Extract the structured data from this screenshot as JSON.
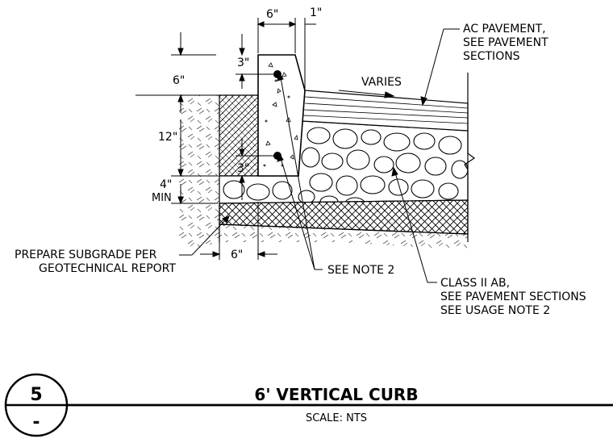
{
  "dimensions": {
    "top_width": "6\"",
    "batter": "1\"",
    "curb_height": "6\"",
    "depth": "12\"",
    "pin_top": "3\"",
    "pin_bottom": "3\"",
    "base_min": "4\"",
    "base_min_suffix": "MIN",
    "bottom_width": "6\""
  },
  "labels": {
    "ac_pavement": [
      "AC PAVEMENT,",
      "SEE PAVEMENT",
      "SECTIONS"
    ],
    "varies": "VARIES",
    "subgrade": [
      "PREPARE SUBGRADE PER",
      "GEOTECHNICAL REPORT"
    ],
    "see_note": "SEE NOTE 2",
    "class_ab": [
      "CLASS II AB,",
      "SEE PAVEMENT SECTIONS",
      "SEE USAGE NOTE 2"
    ]
  },
  "title_block": {
    "detail_number": "5",
    "sheet_ref": "-",
    "title": "6' VERTICAL CURB",
    "scale": "SCALE: NTS"
  }
}
